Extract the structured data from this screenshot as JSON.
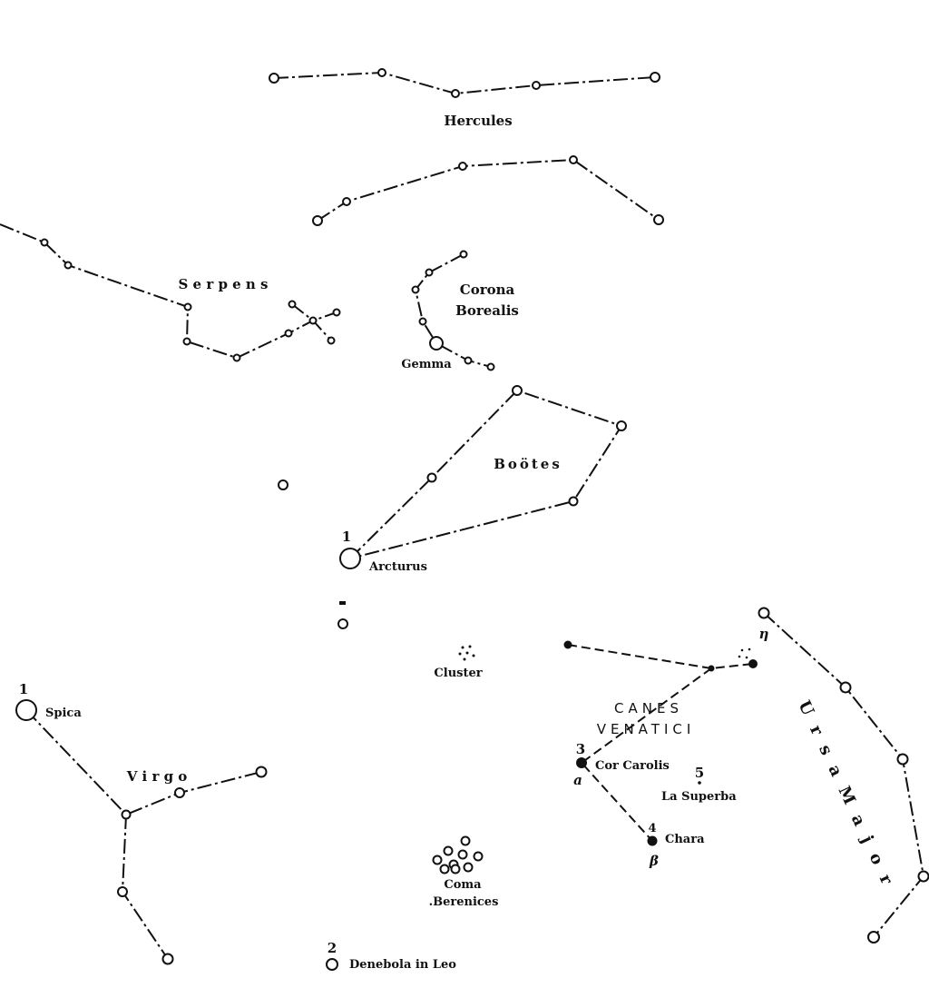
{
  "constellations": {
    "hercules": "Hercules",
    "serpens": "S e r p e n s",
    "corona_1": "Corona",
    "corona_2": "Borealis",
    "bootes": "Boötes",
    "virgo": "V i r g o",
    "canes_1": "CANES",
    "canes_2": "VENATICI",
    "ursa_major": "U r s a   M a j o r",
    "coma_1": "Coma",
    "coma_2": ".Berenices"
  },
  "stars": {
    "gemma": "Gemma",
    "arcturus": "Arcturus",
    "arcturus_mag": "1",
    "spica": "Spica",
    "spica_mag": "1",
    "cluster": "Cluster",
    "cor_carolis": "Cor Carolis",
    "cor_carolis_mag": "3",
    "cor_carolis_greek": "a",
    "la_superba": "La Superba",
    "la_superba_mag": "5",
    "chara": "Chara",
    "chara_mag": "4",
    "chara_greek": "β",
    "eta": "η",
    "denebola": "Denebola in Leo",
    "denebola_mag": "2"
  }
}
